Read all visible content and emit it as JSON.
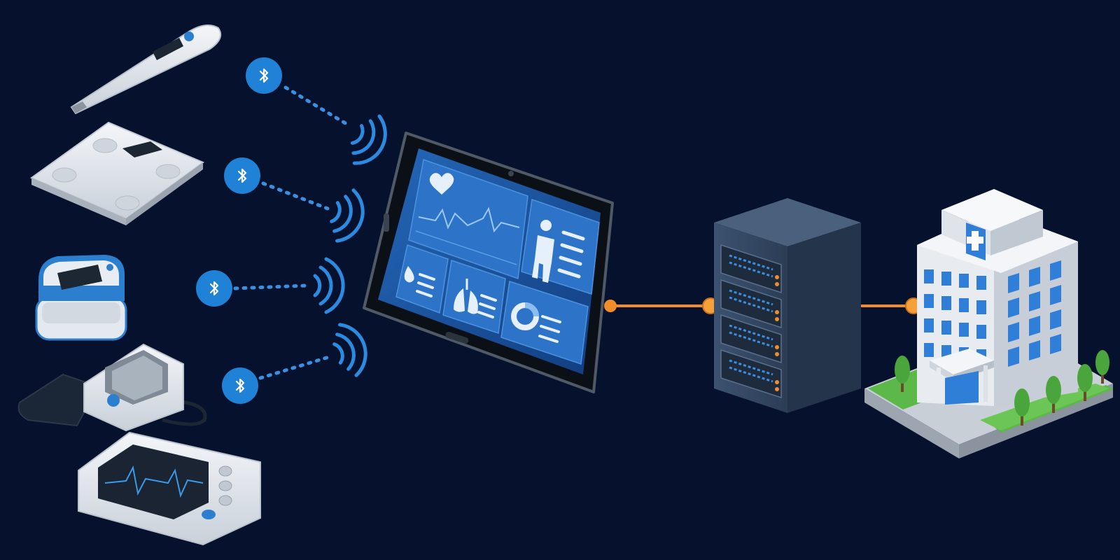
{
  "colors": {
    "background": "#06112d",
    "bluetooth_badge": "#1f82d6",
    "signal_wave": "#2b8be0",
    "dotted_link": "#3a8fe0",
    "wired_link": "#f08c2a",
    "device_body": "#e9edf2",
    "device_accent": "#2c7fcf",
    "tablet_screen": "#1b4f9c",
    "tablet_tile": "#2a6fc4",
    "server_body": "#33475f",
    "hospital_window": "#2f7ed8",
    "grass": "#5db84a"
  },
  "icons": {
    "bluetooth": "bluetooth-icon",
    "signal": "wifi-signal-icon",
    "heart": "heart-icon",
    "lungs": "lungs-icon",
    "drop": "drop-icon",
    "person": "person-icon",
    "donut": "donut-chart-icon",
    "medical_cross": "medical-cross-icon"
  },
  "diagram": {
    "devices": [
      "thermometer",
      "body-weight-scale",
      "pulse-oximeter",
      "blood-pressure-monitor",
      "ecg-monitor"
    ],
    "hub": "tablet",
    "middle_node": "server",
    "destination": "hospital",
    "connections": [
      {
        "from": "thermometer",
        "to": "tablet",
        "type": "bluetooth"
      },
      {
        "from": "body-weight-scale",
        "to": "tablet",
        "type": "bluetooth"
      },
      {
        "from": "pulse-oximeter",
        "to": "tablet",
        "type": "bluetooth"
      },
      {
        "from": "blood-pressure-monitor",
        "to": "tablet",
        "type": "bluetooth"
      },
      {
        "from": "tablet",
        "to": "server",
        "type": "wired"
      },
      {
        "from": "server",
        "to": "hospital",
        "type": "wired"
      }
    ]
  }
}
